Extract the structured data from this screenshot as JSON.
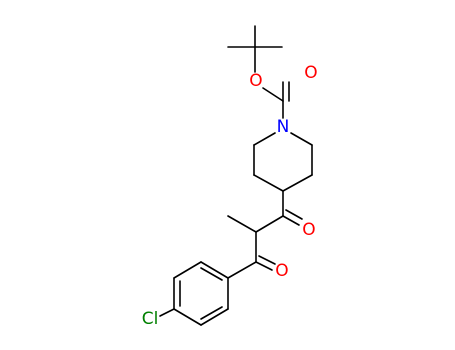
{
  "molecule": {
    "atoms": {
      "oxygen_ester": "O",
      "oxygen_carbonyl_carbamate": "O",
      "nitrogen_piperidine": "N",
      "oxygen_ketone_1": "O",
      "oxygen_ketone_2": "O",
      "chlorine": "Cl"
    },
    "colors": {
      "oxygen": "#ff0000",
      "nitrogen": "#0000ff",
      "chlorine": "#008000",
      "bond": "#000000"
    }
  }
}
